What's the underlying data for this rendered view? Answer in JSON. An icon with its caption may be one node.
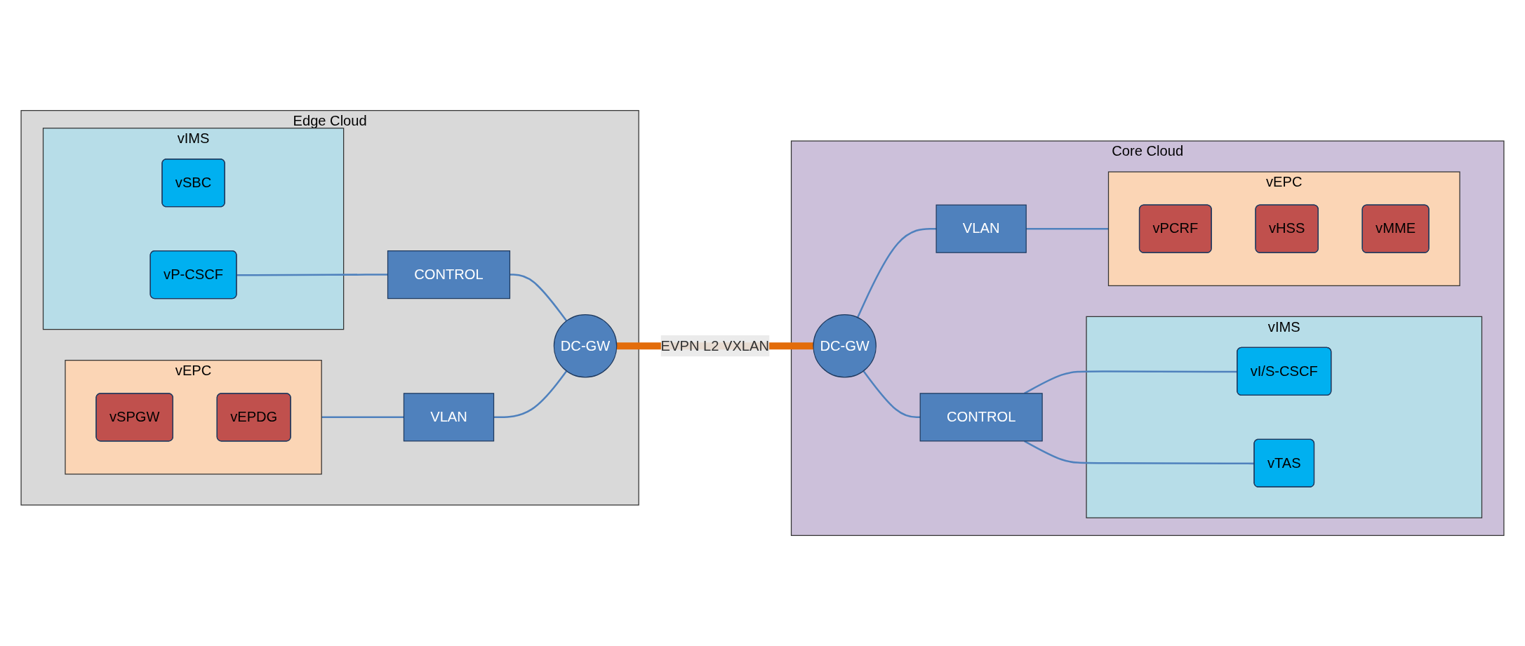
{
  "diagram": {
    "nodes": [
      {
        "text": [
          "Edge Cloud"
        ]
      },
      {
        "text": [
          "vIMS"
        ],
        "in": 0
      },
      {
        "text": [
          "vSBC"
        ],
        "in": 1
      },
      {
        "text": [
          "vP-CSCF"
        ],
        "in": 1
      },
      {
        "text": [
          "CONTROL"
        ],
        "in": 0
      },
      {
        "text": [
          "vEPC"
        ],
        "in": 0
      },
      {
        "text": [
          "vSPGW"
        ],
        "in": 5
      },
      {
        "text": [
          "vEPDG"
        ],
        "in": 5
      },
      {
        "text": [
          "VLAN"
        ],
        "in": 0
      },
      {
        "text": [
          "DC-GW"
        ],
        "in": 0
      },
      {
        "text": [
          "Core Cloud"
        ]
      },
      {
        "text": [
          "DC-GW"
        ],
        "in": 10
      },
      {
        "text": [
          "CONTROL"
        ],
        "in": 10
      },
      {
        "text": [
          "vIMS"
        ],
        "in": 10
      },
      {
        "text": [
          "vI/S-CSCF"
        ],
        "in": 13
      },
      {
        "text": [
          "vTAS"
        ],
        "in": 13
      },
      {
        "text": [
          "VLAN"
        ],
        "in": 10
      },
      {
        "text": [
          "vEPC"
        ],
        "in": 10
      },
      {
        "text": [
          "vPCRF"
        ],
        "in": 17
      },
      {
        "text": [
          "vHSS"
        ],
        "in": 17
      },
      {
        "text": [
          "vMME"
        ],
        "in": 17
      }
    ],
    "edges": [
      {
        "from": 3,
        "to": 4,
        "arrow": "none"
      },
      {
        "from": 4,
        "to": 9,
        "arrow": "none"
      },
      {
        "from": 5,
        "to": 8,
        "arrow": "none"
      },
      {
        "from": 8,
        "to": 9,
        "arrow": "none"
      },
      {
        "from": 9,
        "to": 11,
        "arrow": "none",
        "label": "EVPN L2 VXLAN",
        "style": "thick",
        "color": "#e36c0a"
      },
      {
        "from": 11,
        "to": 12,
        "arrow": "none"
      },
      {
        "from": 11,
        "to": 16,
        "arrow": "none"
      },
      {
        "from": 12,
        "to": 14,
        "arrow": "none"
      },
      {
        "from": 12,
        "to": 15,
        "arrow": "none"
      },
      {
        "from": 16,
        "to": 17,
        "arrow": "none"
      }
    ]
  }
}
